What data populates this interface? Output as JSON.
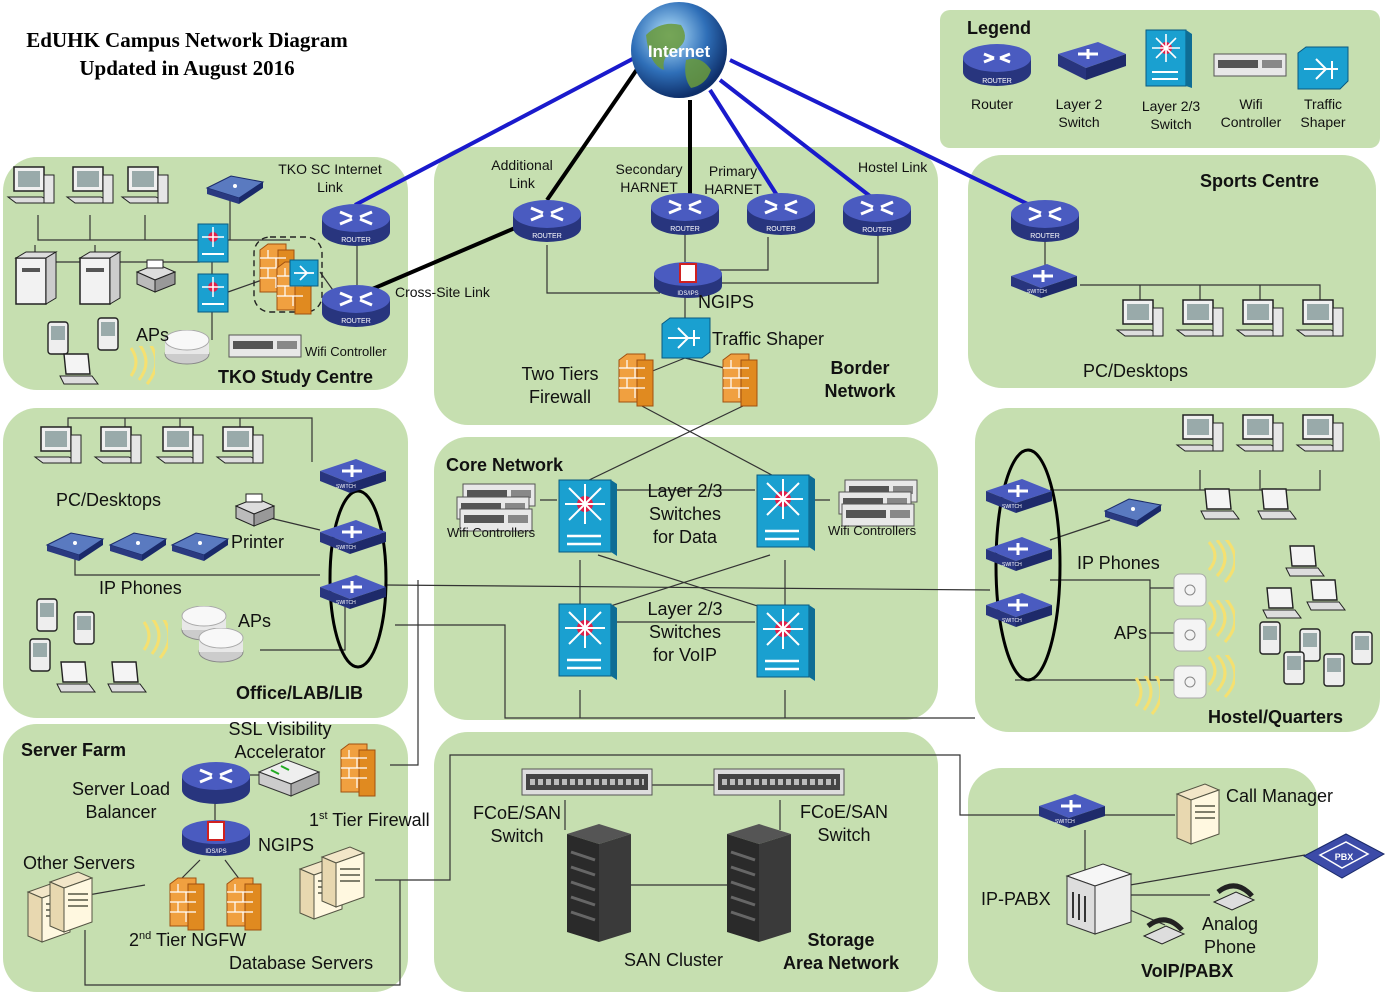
{
  "title": {
    "line1": "EdUHK Campus Network Diagram",
    "line2": "Updated in August 2016"
  },
  "internet": {
    "label": "Internet"
  },
  "legend": {
    "title": "Legend",
    "router": "Router",
    "l2_switch_1": "Layer 2",
    "l2_switch_2": "Switch",
    "l23_switch_1": "Layer 2/3",
    "l23_switch_2": "Switch",
    "wifi_1": "Wifi",
    "wifi_2": "Controller",
    "shaper_1": "Traffic",
    "shaper_2": "Shaper"
  },
  "device_text": {
    "router": "ROUTER",
    "switch": "SWITCH",
    "ids": "IDS/IPS"
  },
  "tko": {
    "name": "TKO Study Centre",
    "internet_link_1": "TKO SC Internet",
    "internet_link_2": "Link",
    "cross_site": "Cross-Site Link",
    "aps": "APs",
    "wifi": "Wifi Controller"
  },
  "border": {
    "name_1": "Border",
    "name_2": "Network",
    "additional_1": "Additional",
    "additional_2": "Link",
    "secondary_1": "Secondary",
    "secondary_2": "HARNET",
    "primary_1": "Primary",
    "primary_2": "HARNET",
    "hostel_link": "Hostel Link",
    "ngips": "NGIPS",
    "shaper": "Traffic Shaper",
    "firewall_1": "Two Tiers",
    "firewall_2": "Firewall"
  },
  "sports": {
    "name": "Sports Centre",
    "pcs": "PC/Desktops"
  },
  "office": {
    "name": "Office/LAB/LIB",
    "pcs": "PC/Desktops",
    "printer": "Printer",
    "phones": "IP Phones",
    "aps": "APs"
  },
  "core": {
    "name": "Core Network",
    "data_1": "Layer 2/3",
    "data_2": "Switches",
    "data_3": "for Data",
    "voip_1": "Layer 2/3",
    "voip_2": "Switches",
    "voip_3": "for VoIP",
    "wifi_left": "Wifi Controllers",
    "wifi_right": "Wifi Controllers"
  },
  "hostel": {
    "name": "Hostel/Quarters",
    "phones": "IP Phones",
    "aps": "APs"
  },
  "server": {
    "name": "Server Farm",
    "ssl_1": "SSL Visibility",
    "ssl_2": "Accelerator",
    "slb_1": "Server Load",
    "slb_2": "Balancer",
    "fw1_pre": "1",
    "fw1_sup": "st",
    "fw1_post": " Tier Firewall",
    "ngips": "NGIPS",
    "others": "Other Servers",
    "fw2_pre": "2",
    "fw2_sup": "nd",
    "fw2_post": " Tier NGFW",
    "db": "Database Servers"
  },
  "storage": {
    "name_1": "Storage",
    "name_2": "Area Network",
    "fcoe_left_1": "FCoE/SAN",
    "fcoe_left_2": "Switch",
    "fcoe_right_1": "FCoE/SAN",
    "fcoe_right_2": "Switch",
    "cluster": "SAN Cluster"
  },
  "voip": {
    "name": "VoIP/PABX",
    "call_manager": "Call Manager",
    "pabx": "IP-PABX",
    "analog_1": "Analog",
    "analog_2": "Phone",
    "pbx_tag": "PBX"
  },
  "colors": {
    "zone": "#c6dfb0",
    "router": "#3c4ba8",
    "wan_link": "#1a1acc",
    "black_link": "#000000",
    "firewall": "#f0a040",
    "l3switch": "#1aa0d0"
  }
}
